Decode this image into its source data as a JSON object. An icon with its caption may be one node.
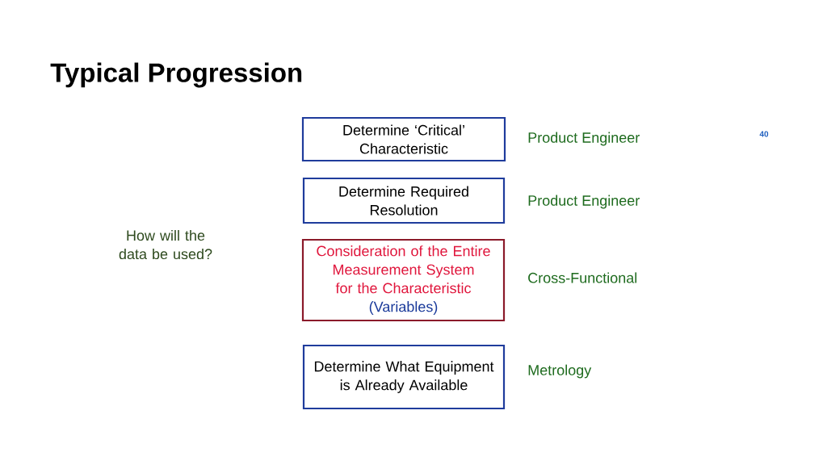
{
  "diagram": {
    "title": "Typical Progression",
    "nodes": [
      {
        "text": [
          "Determine ‘Critical’ Characteristic"
        ],
        "beside": [
          "Product Engineer"
        ]
      },
      {
        "text": [
          "Determine Required Resolution"
        ],
        "beside": [
          "Product Engineer"
        ]
      },
      {
        "text": [
          "Consideration of the Entire Measurement System for the Characteristic",
          "(Variables)"
        ],
        "beside": [
          "Cross-Functional"
        ]
      },
      {
        "text": [
          "Determine What Equipment is Already Available"
        ],
        "beside": [
          "Metrology"
        ]
      }
    ],
    "labels": [
      "How will the data be used?",
      "40"
    ]
  }
}
